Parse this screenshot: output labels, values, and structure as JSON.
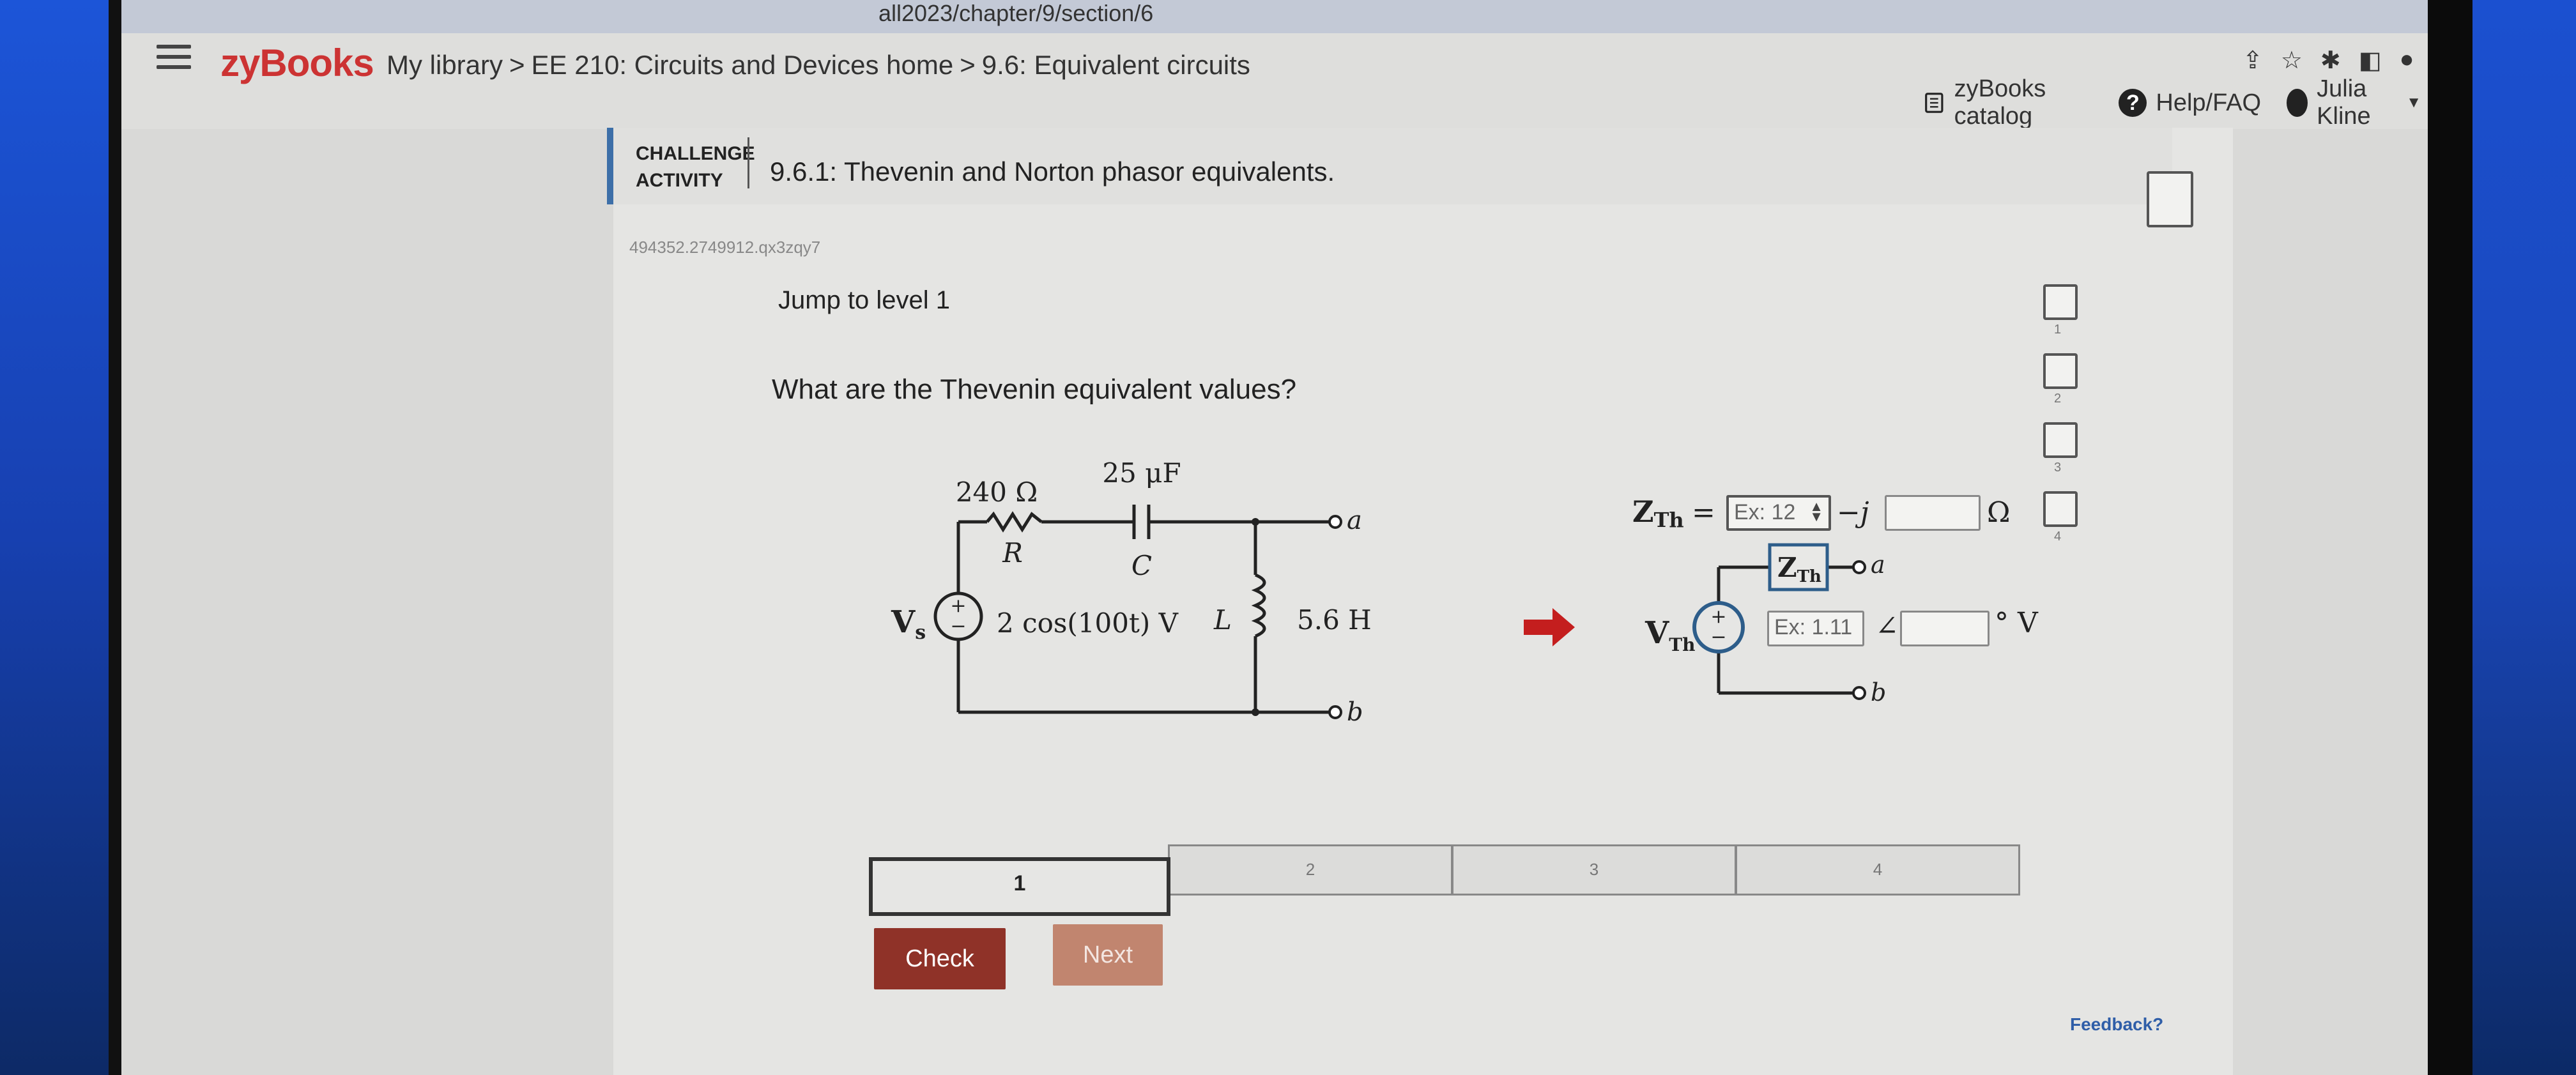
{
  "browser": {
    "url_fragment": "all2023/chapter/9/section/6"
  },
  "header": {
    "brand": "zyBooks",
    "breadcrumb": [
      "My library",
      "EE 210: Circuits and Devices home",
      "9.6: Equivalent circuits"
    ],
    "breadcrumb_sep": ">",
    "nav": {
      "catalog": "zyBooks catalog",
      "help": "Help/FAQ",
      "user": "Julia Kline"
    }
  },
  "activity": {
    "type_line1": "CHALLENGE",
    "type_line2": "ACTIVITY",
    "title": "9.6.1: Thevenin and Norton phasor equivalents.",
    "id": "494352.2749912.qx3zqy7",
    "jump_label": "Jump to level 1",
    "question": "What are the Thevenin equivalent values?",
    "level_markers": [
      "1",
      "2",
      "3",
      "4"
    ]
  },
  "circuit": {
    "resistor_value": "240 Ω",
    "resistor_label": "R",
    "capacitor_value": "25 μF",
    "capacitor_label": "C",
    "inductor_value": "5.6 H",
    "inductor_label": "L",
    "source_label": "V",
    "source_sub": "s",
    "source_expr": "2 cos(100t) V",
    "terminal_a": "a",
    "terminal_b": "b",
    "plus": "+",
    "minus": "−"
  },
  "thevenin": {
    "z_label": "Z",
    "z_sub": "Th",
    "eq": "=",
    "z_real_placeholder": "Ex: 12",
    "minus_j": "−j",
    "ohm": "Ω",
    "box_label": "Z",
    "box_sub": "Th",
    "v_label": "V",
    "v_sub": "Th",
    "v_mag_placeholder": "Ex: 1.11",
    "angle_symbol": "∠",
    "degree_v": "° V",
    "terminal_a": "a",
    "terminal_b": "b",
    "plus": "+",
    "minus": "−"
  },
  "progress": {
    "levels": [
      "1",
      "2",
      "3",
      "4"
    ],
    "active": "1"
  },
  "buttons": {
    "check": "Check",
    "next": "Next",
    "feedback": "Feedback?"
  },
  "colors": {
    "brand": "#cc3333",
    "accent": "#3d6fa8",
    "check_button": "#8f3228",
    "next_button": "#c1856f",
    "arrow": "#c41e1e"
  }
}
